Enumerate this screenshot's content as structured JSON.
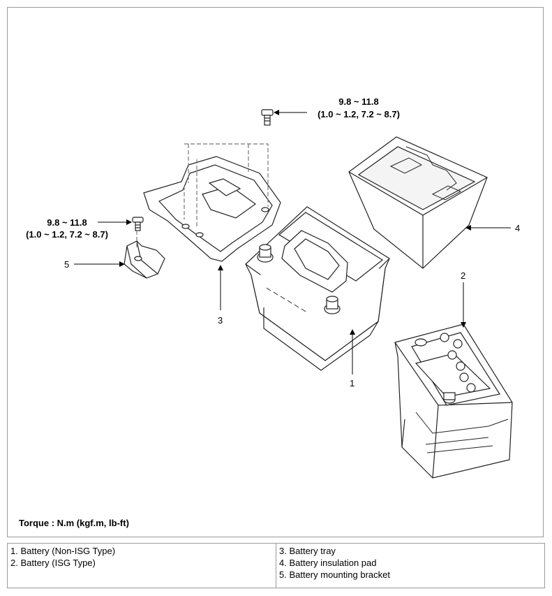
{
  "torque_note": "Torque : N.m (kgf.m, lb-ft)",
  "callouts": {
    "bolt_top": {
      "value": "9.8 ~ 11.8",
      "sub": "(1.0 ~ 1.2, 7.2 ~ 8.7)"
    },
    "bolt_left": {
      "value": "9.8 ~ 11.8",
      "sub": "(1.0 ~ 1.2, 7.2 ~ 8.7)"
    },
    "item_1": "1",
    "item_2": "2",
    "item_3": "3",
    "item_4": "4",
    "item_5": "5"
  },
  "legend": {
    "left": [
      "1. Battery (Non-ISG Type)",
      "2. Battery (ISG Type)"
    ],
    "right": [
      "3. Battery tray",
      "4. Battery insulation pad",
      "5. Battery mounting bracket"
    ]
  }
}
